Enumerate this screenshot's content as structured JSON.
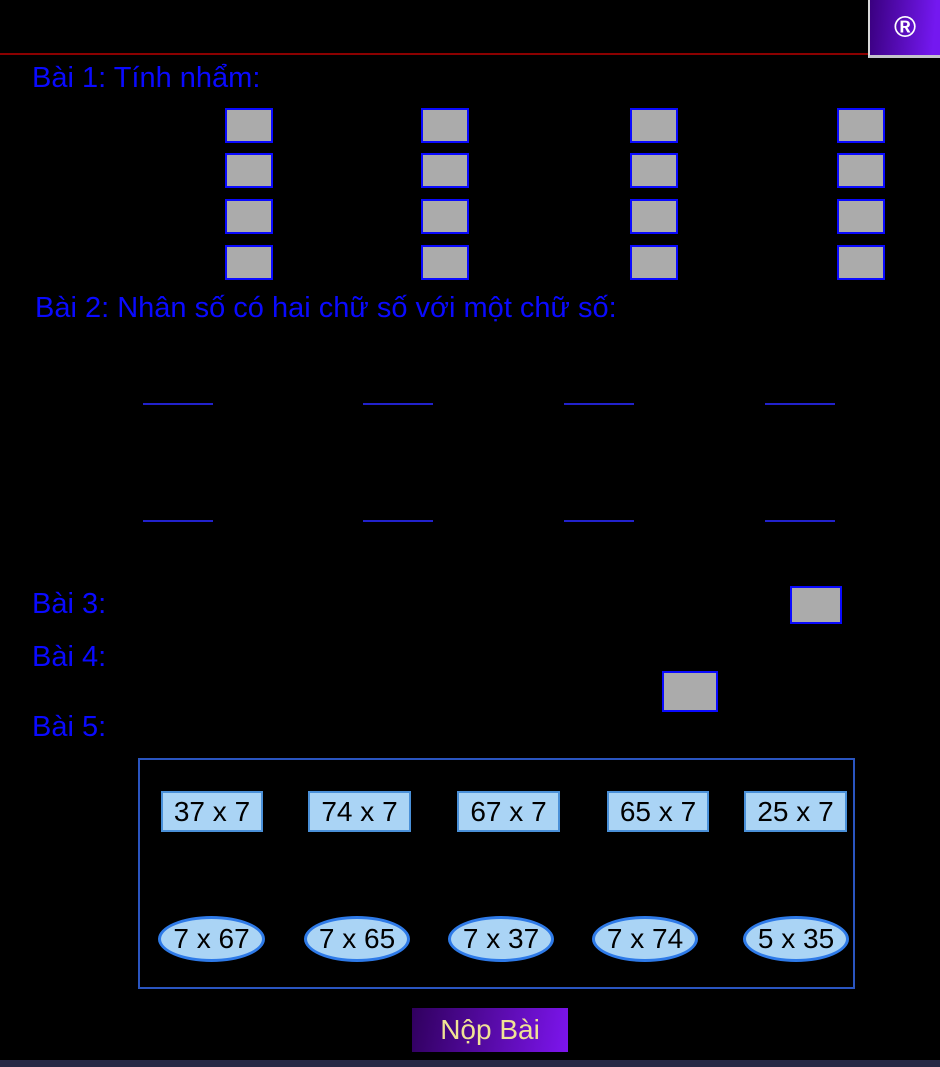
{
  "header": {
    "trademark": "®"
  },
  "exercises": {
    "bai1": {
      "label": "Bài 1: Tính nhẩm:",
      "answer_box_count": 16
    },
    "bai2": {
      "label": "Bài 2: Nhân số có hai chữ số với một chữ số:",
      "work_line_count": 8
    },
    "bai3": {
      "label": "Bài 3:"
    },
    "bai4": {
      "label": "Bài 4:"
    },
    "bai5": {
      "label": "Bài 5:",
      "cards": [
        "37 x 7",
        "74 x 7",
        "67 x 7",
        "65 x 7",
        "25 x 7"
      ],
      "ovals": [
        "7 x 67",
        "7 x 65",
        "7 x 37",
        "7 x 74",
        "5 x 35"
      ]
    }
  },
  "submit": {
    "label": "Nộp Bài"
  },
  "colors": {
    "bg": "#000000",
    "text_blue": "#0a0aff",
    "divider_red": "#8b0000",
    "box_gray": "#ababab",
    "box_border": "#0a0aff",
    "line_blue": "#2222cc",
    "container_border": "#2a55c0",
    "card_fill": "#aad4f5",
    "card_border": "#4a90d8",
    "oval_border": "#2e7ae8",
    "brand_from": "#3a0080",
    "brand_to": "#7418f0",
    "submit_from": "#30005e",
    "submit_to": "#7d15ee",
    "submit_text": "#f0e394",
    "bottom_strip": "#282845"
  }
}
